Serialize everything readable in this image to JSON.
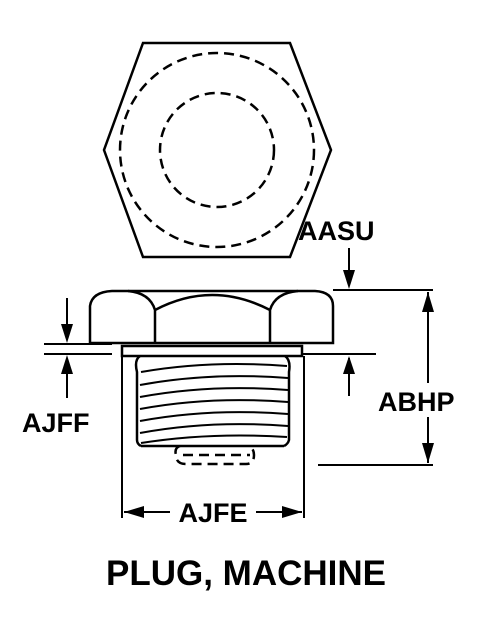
{
  "labels": {
    "aasu": "AASU",
    "abhp": "ABHP",
    "ajff": "AJFF",
    "ajfe": "AJFE"
  },
  "title": "PLUG, MACHINE",
  "colors": {
    "ink": "#000000",
    "background": "#ffffff"
  }
}
